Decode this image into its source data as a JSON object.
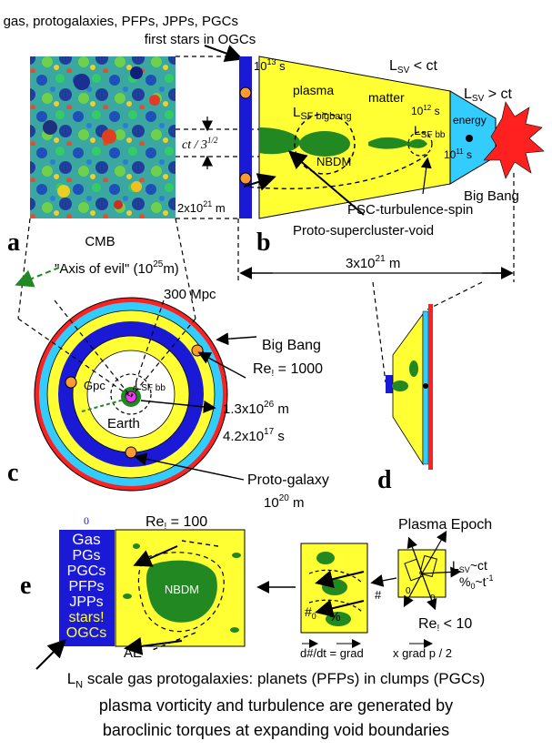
{
  "panel_a": {
    "label": "a",
    "top_title_line1": "gas, protogalaxies, PFPs,  JPPs, PGCs",
    "top_title_line2": "first stars in OGCs",
    "cmb_label": "CMB",
    "ct_label": "ct / 3",
    "ct_exp": "1/2",
    "scale_label": "2x10",
    "scale_exp": "21",
    "scale_unit": " m",
    "axis_of_evil": "\"Axis of evil\" (10",
    "axis_exp": "25",
    "axis_tail": "m)",
    "mpc": "300 Mpc"
  },
  "panel_b": {
    "label": "b",
    "time_13": "10",
    "time_13_exp": "13",
    "time_13_unit": " s",
    "lsv_lt": "L",
    "lsv_lt_sub": "SV",
    "lsv_lt_tail": " < ct",
    "lsv_gt_tail": " > ct",
    "plasma": "plasma",
    "matter": "matter",
    "lsf_big": "L",
    "lsf_big_sub": "SF bigbang",
    "time_12": "10",
    "time_12_exp": "12",
    "time_12_unit": " s",
    "energy": "energy",
    "lsf_bb": "L",
    "lsf_bb_sub": "SF bb",
    "time_11": "10",
    "time_11_exp": "11",
    "time_11_unit": " s",
    "nbdm": "NBDM",
    "big_bang": "Big Bang",
    "psc": "PSC-turbulence-spin",
    "psv": "Proto-supercluster-void",
    "width": "3x10",
    "width_exp": "21",
    "width_unit": " m"
  },
  "panel_c": {
    "label": "c",
    "big_bang": "Big Bang",
    "re": "Re",
    "re_sub": "!",
    "re_val": " = 1000",
    "gpc": "Gpc",
    "lsf": "L",
    "lsf_sub": "SF bb",
    "earth": "Earth",
    "size": "1.3x10",
    "size_exp": "26",
    "size_unit": " m",
    "age": "4.2x10",
    "age_exp": "17",
    "age_unit": " s",
    "protogalaxy": "Proto-galaxy",
    "pg_size": "10",
    "pg_size_exp": "20",
    "pg_size_unit": " m"
  },
  "panel_d": {
    "label": "d"
  },
  "panel_e": {
    "label": "e",
    "zero": "0",
    "re_top": "Re",
    "re_top_sub": "!",
    "re_top_val": " = 100",
    "list": [
      "Gas",
      "PGs",
      "PGCs",
      "PFPs",
      "JPPs",
      "stars!",
      "OGCs"
    ],
    "nbdm": "NBDM",
    "ae": "AE",
    "omega0": "#",
    "omega0_sub": "0",
    "pct": "%",
    "hash": "#",
    "plasma_epoch": "Plasma Epoch",
    "lsv": "L",
    "lsv_sub": "SV",
    "lsv_tail": "~ct",
    "rate": "%",
    "rate_sub": "0",
    "rate_tail": "~t",
    "rate_exp": "-1",
    "zero_small": "0",
    "re_bot": "Re",
    "re_bot_sub": "!",
    "re_bot_val": " < 10",
    "eq1": "d#/dt = grad",
    "eq2": "x grad p / 2"
  },
  "captions": {
    "line1_a": "L",
    "line1_sub": "N",
    "line1_b": " scale gas protogalaxies: planets (PFPs) in clumps (PGCs)",
    "line2": "plasma vorticity and turbulence are generated by",
    "line3": "baroclinic torques at expanding void boundaries"
  },
  "colors": {
    "yellow": "#ffff33",
    "blue": "#1a1ad6",
    "cyan": "#33ccff",
    "red": "#ff2020",
    "green": "#228822",
    "orange": "#ff9933",
    "magenta": "#ff33ff"
  }
}
